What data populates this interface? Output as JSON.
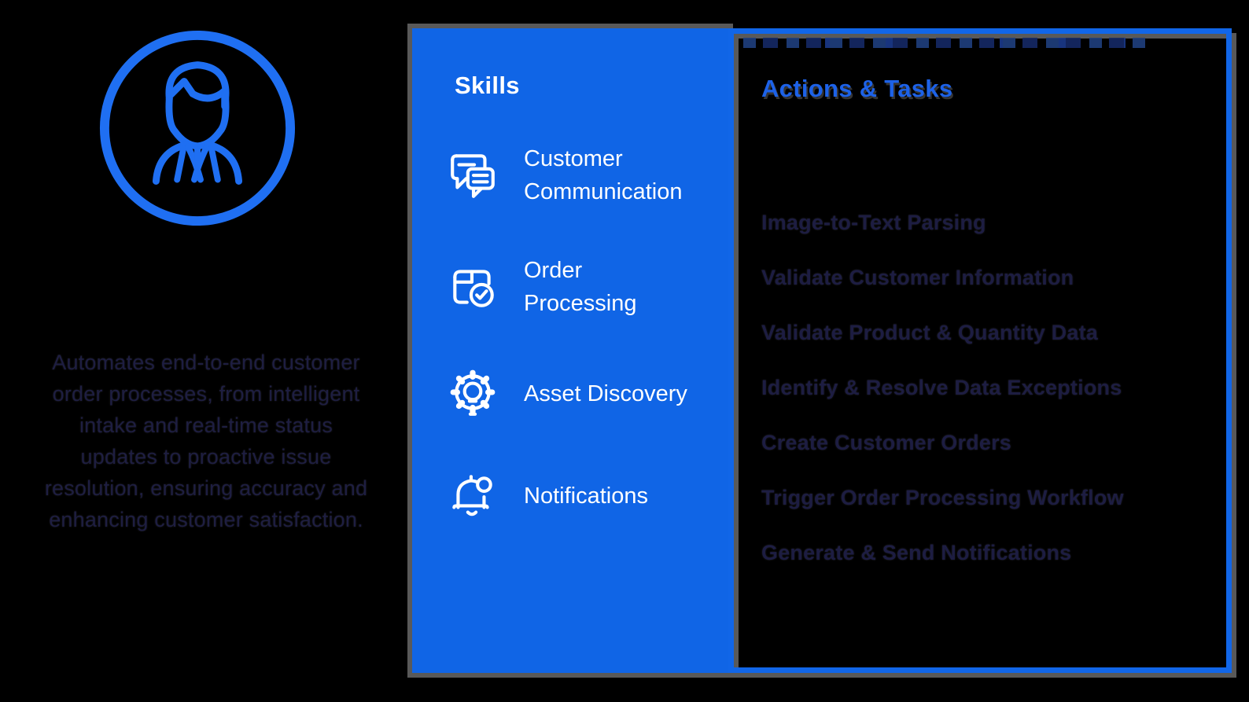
{
  "persona": {
    "icon": "person-avatar-icon",
    "description": "Automates end-to-end customer order processes, from intelligent intake and real-time status updates to proactive issue resolution, ensuring accuracy and enhancing customer satisfaction."
  },
  "skills_panel": {
    "title": "Skills",
    "items": [
      {
        "icon": "chat-bubbles-icon",
        "label": "Customer Communication"
      },
      {
        "icon": "package-check-icon",
        "label": "Order Processing"
      },
      {
        "icon": "gear-lightbulb-icon",
        "label": "Asset Discovery"
      },
      {
        "icon": "bell-icon",
        "label": "Notifications"
      }
    ]
  },
  "actions_panel": {
    "title": "Actions & Tasks",
    "items": [
      "Image-to-Text Parsing",
      "Validate Customer Information",
      "Validate Product & Quantity Data",
      "Identify & Resolve Data Exceptions",
      "Create Customer Orders",
      "Trigger Order Processing Workflow",
      "Generate & Send Notifications"
    ]
  },
  "colors": {
    "background": "#000000",
    "panel_blue": "#1065e6",
    "accent_blue": "#1d62e8",
    "icon_blue": "#1f6ff2",
    "frame_gray": "#595959",
    "navy_text": "#1d1d42",
    "white_text": "#ffffff"
  }
}
